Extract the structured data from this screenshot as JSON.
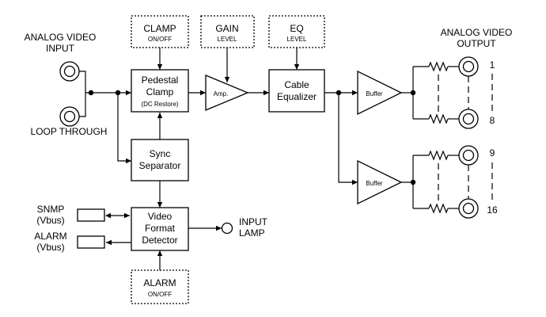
{
  "input": {
    "label_line1": "ANALOG VIDEO",
    "label_line2": "INPUT",
    "loop_through": "LOOP THROUGH"
  },
  "controls": {
    "clamp": {
      "title": "CLAMP",
      "sub": "ON/OFF"
    },
    "gain": {
      "title": "GAIN",
      "sub": "LEVEL"
    },
    "eq": {
      "title": "EQ",
      "sub": "LEVEL"
    },
    "alarm": {
      "title": "ALARM",
      "sub": "ON/OFF"
    }
  },
  "blocks": {
    "pedestal_clamp": {
      "line1": "Pedestal",
      "line2": "Clamp",
      "line3": "(DC Restore)"
    },
    "amp": "Amp.",
    "cable_equalizer": {
      "line1": "Cable",
      "line2": "Equalizer"
    },
    "buffer_top": "Buffer",
    "buffer_bottom": "Buffer",
    "sync_separator": {
      "line1": "Sync",
      "line2": "Separator"
    },
    "video_format_detector": {
      "line1": "Video",
      "line2": "Format",
      "line3": "Detector"
    }
  },
  "side_ports": {
    "snmp": {
      "line1": "SNMP",
      "line2": "(Vbus)"
    },
    "alarm": {
      "line1": "ALARM",
      "line2": "(Vbus)"
    }
  },
  "input_lamp": {
    "line1": "INPUT",
    "line2": "LAMP"
  },
  "output": {
    "label_line1": "ANALOG VIDEO",
    "label_line2": "OUTPUT",
    "group_top": {
      "first": "1",
      "last": "8"
    },
    "group_bottom": {
      "first": "9",
      "last": "16"
    }
  }
}
